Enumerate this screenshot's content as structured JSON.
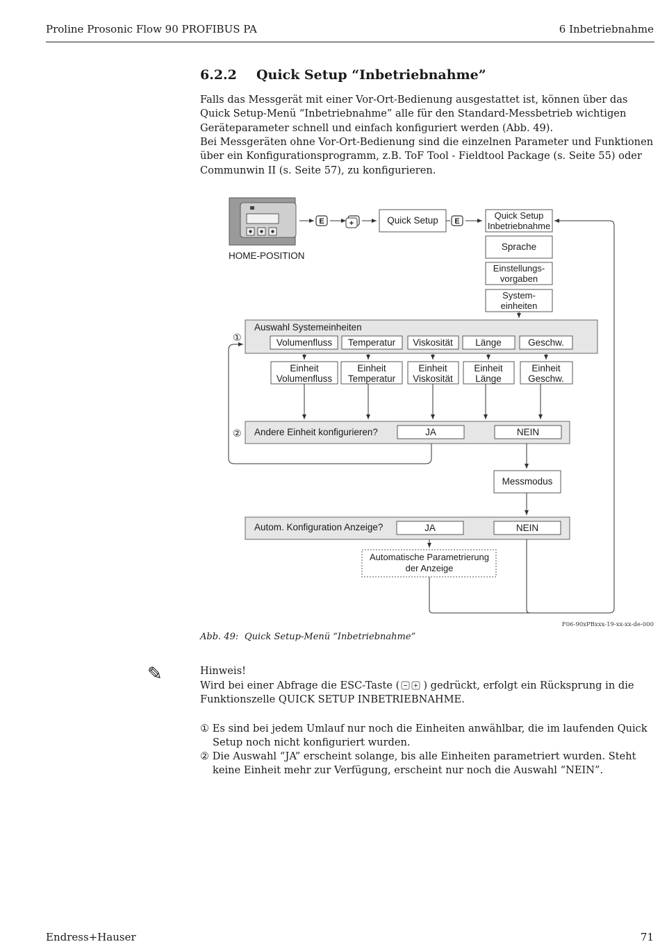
{
  "header": {
    "left": "Proline Prosonic Flow 90 PROFIBUS PA",
    "right": "6 Inbetriebnahme"
  },
  "section": {
    "number": "6.2.2",
    "title": "Quick Setup “Inbetriebnahme”"
  },
  "intro": {
    "p1": "Falls das Messgerät mit einer Vor-Ort-Bedienung ausgestattet ist, können über das Quick Setup-Menü “Inbetriebnahme” alle für den Standard-Messbetrieb wichtigen Geräteparameter schnell und einfach konfiguriert werden (Abb. 49).",
    "p2": "Bei Messgeräten ohne Vor-Ort-Bedienung sind die einzelnen Parameter und Funktionen über ein Konfigurationsprogramm, z.B. ToF Tool - Fieldtool Package (s. Seite 55) oder Communwin II (s. Seite 57), zu konfigurieren."
  },
  "diagram": {
    "home_position": "HOME-POSITION",
    "key_e": "E",
    "key_plus": "+",
    "quick_setup": "Quick Setup",
    "qs_inbetrieb_1": "Quick Setup",
    "qs_inbetrieb_2": "Inbetriebnahme",
    "sprache": "Sprache",
    "einstellungs_1": "Einstellungs-",
    "einstellungs_2": "vorgaben",
    "system_1": "System-",
    "system_2": "einheiten",
    "marker_1": "①",
    "marker_2": "②",
    "auswahl_label": "Auswahl Systemeinheiten",
    "units": [
      "Volumenfluss",
      "Temperatur",
      "Viskosität",
      "Länge",
      "Geschw."
    ],
    "einheit_word": "Einheit",
    "einheit_lines": [
      "Volumenfluss",
      "Temperatur",
      "Viskosität",
      "Länge",
      "Geschw."
    ],
    "andere_label": "Andere Einheit konfigurieren?",
    "ja": "JA",
    "nein": "NEIN",
    "messmodus": "Messmodus",
    "autom_label": "Autom. Konfiguration Anzeige?",
    "auto_param_1": "Automatische Parametrierung",
    "auto_param_2": "der Anzeige"
  },
  "figure_code": "F06-90xPBxxx-19-xx-xx-de-000",
  "caption": {
    "number": "Abb. 49:",
    "text": "Quick Setup-Menü “Inbetriebnahme”"
  },
  "note": {
    "icon": "pencil-icon",
    "title": "Hinweis!",
    "text_before": "Wird bei einer Abfrage die ESC-Taste (",
    "text_after": ") gedrückt, erfolgt ein Rücksprung in die Funktionszelle QUICK SETUP INBETRIEBNAHME."
  },
  "footnotes": {
    "f1": "① Es sind bei jedem Umlauf nur noch die Einheiten anwählbar, die im laufenden Quick Setup noch nicht konfiguriert wurden.",
    "f2": "② Die Auswahl “JA” erscheint solange, bis alle Einheiten parametriert wurden. Steht keine Einheit mehr zur Verfügung, erscheint nur noch die Auswahl “NEIN”."
  },
  "footer": {
    "left": "Endress+Hauser",
    "right": "71"
  },
  "colors": {
    "panel_fill": "#e6e6e6",
    "device_fill": "#9a9a9a",
    "line": "#333333"
  }
}
